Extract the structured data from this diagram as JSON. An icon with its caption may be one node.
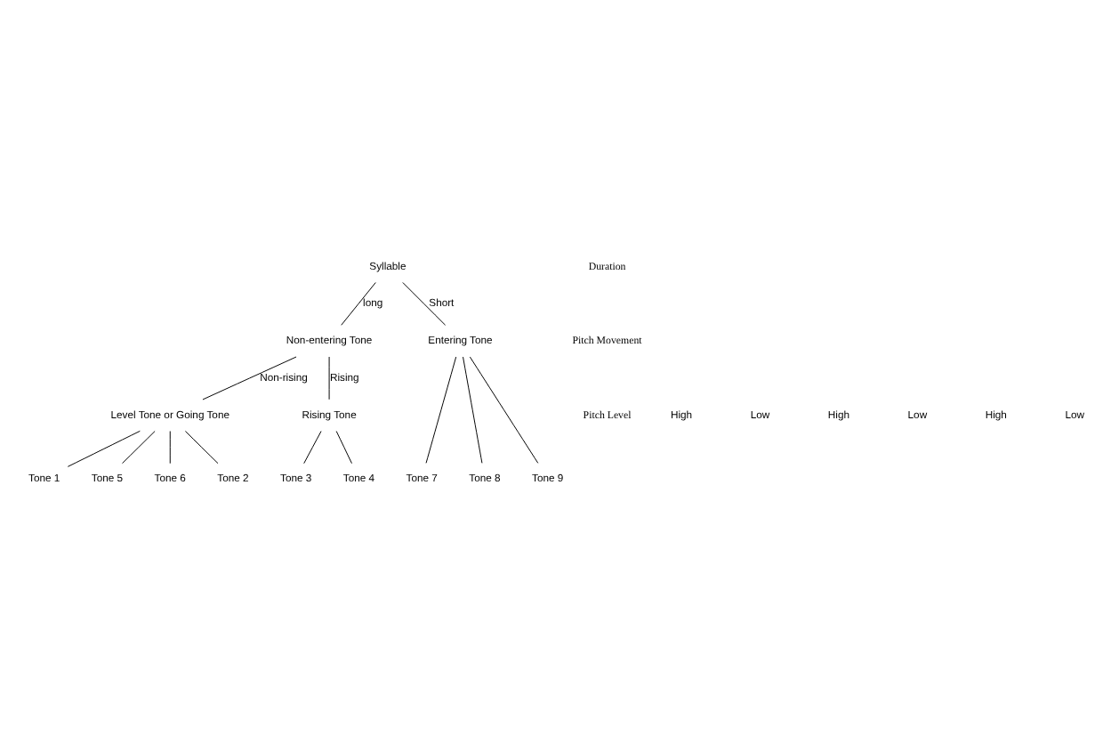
{
  "diagram": {
    "nodes": [
      {
        "text": [
          "Syllable"
        ]
      },
      {
        "text": [
          "Non-entering Tone"
        ]
      },
      {
        "text": [
          "Entering Tone"
        ]
      },
      {
        "text": [
          "Level Tone or Going Tone"
        ]
      },
      {
        "text": [
          "Rising Tone"
        ]
      },
      {
        "text": [
          "Tone 1"
        ]
      },
      {
        "text": [
          "Tone 5"
        ]
      },
      {
        "text": [
          "Tone 6"
        ]
      },
      {
        "text": [
          "Tone 2"
        ]
      },
      {
        "text": [
          "Tone 3"
        ]
      },
      {
        "text": [
          "Tone 4"
        ]
      },
      {
        "text": [
          "Tone 7"
        ]
      },
      {
        "text": [
          "Tone 8"
        ]
      },
      {
        "text": [
          "Tone 9"
        ]
      }
    ],
    "edges": [
      {
        "from": 0,
        "to": 1,
        "arrow": "none",
        "label": "long"
      },
      {
        "from": 0,
        "to": 2,
        "arrow": "none",
        "label": "Short"
      },
      {
        "from": 1,
        "to": 3,
        "arrow": "none",
        "label": "Non-rising"
      },
      {
        "from": 1,
        "to": 4,
        "arrow": "none",
        "label": "Rising"
      },
      {
        "from": 3,
        "to": 5,
        "arrow": "none"
      },
      {
        "from": 3,
        "to": 6,
        "arrow": "none"
      },
      {
        "from": 3,
        "to": 7,
        "arrow": "none"
      },
      {
        "from": 3,
        "to": 8,
        "arrow": "none"
      },
      {
        "from": 4,
        "to": 9,
        "arrow": "none"
      },
      {
        "from": 4,
        "to": 10,
        "arrow": "none"
      },
      {
        "from": 2,
        "to": 11,
        "arrow": "none"
      },
      {
        "from": 2,
        "to": 12,
        "arrow": "none"
      },
      {
        "from": 2,
        "to": 13,
        "arrow": "none"
      }
    ],
    "labels": [
      "Duration",
      "Pitch Movement",
      "Pitch Level",
      "High",
      "Low",
      "High",
      "Low",
      "High",
      "Low"
    ]
  }
}
